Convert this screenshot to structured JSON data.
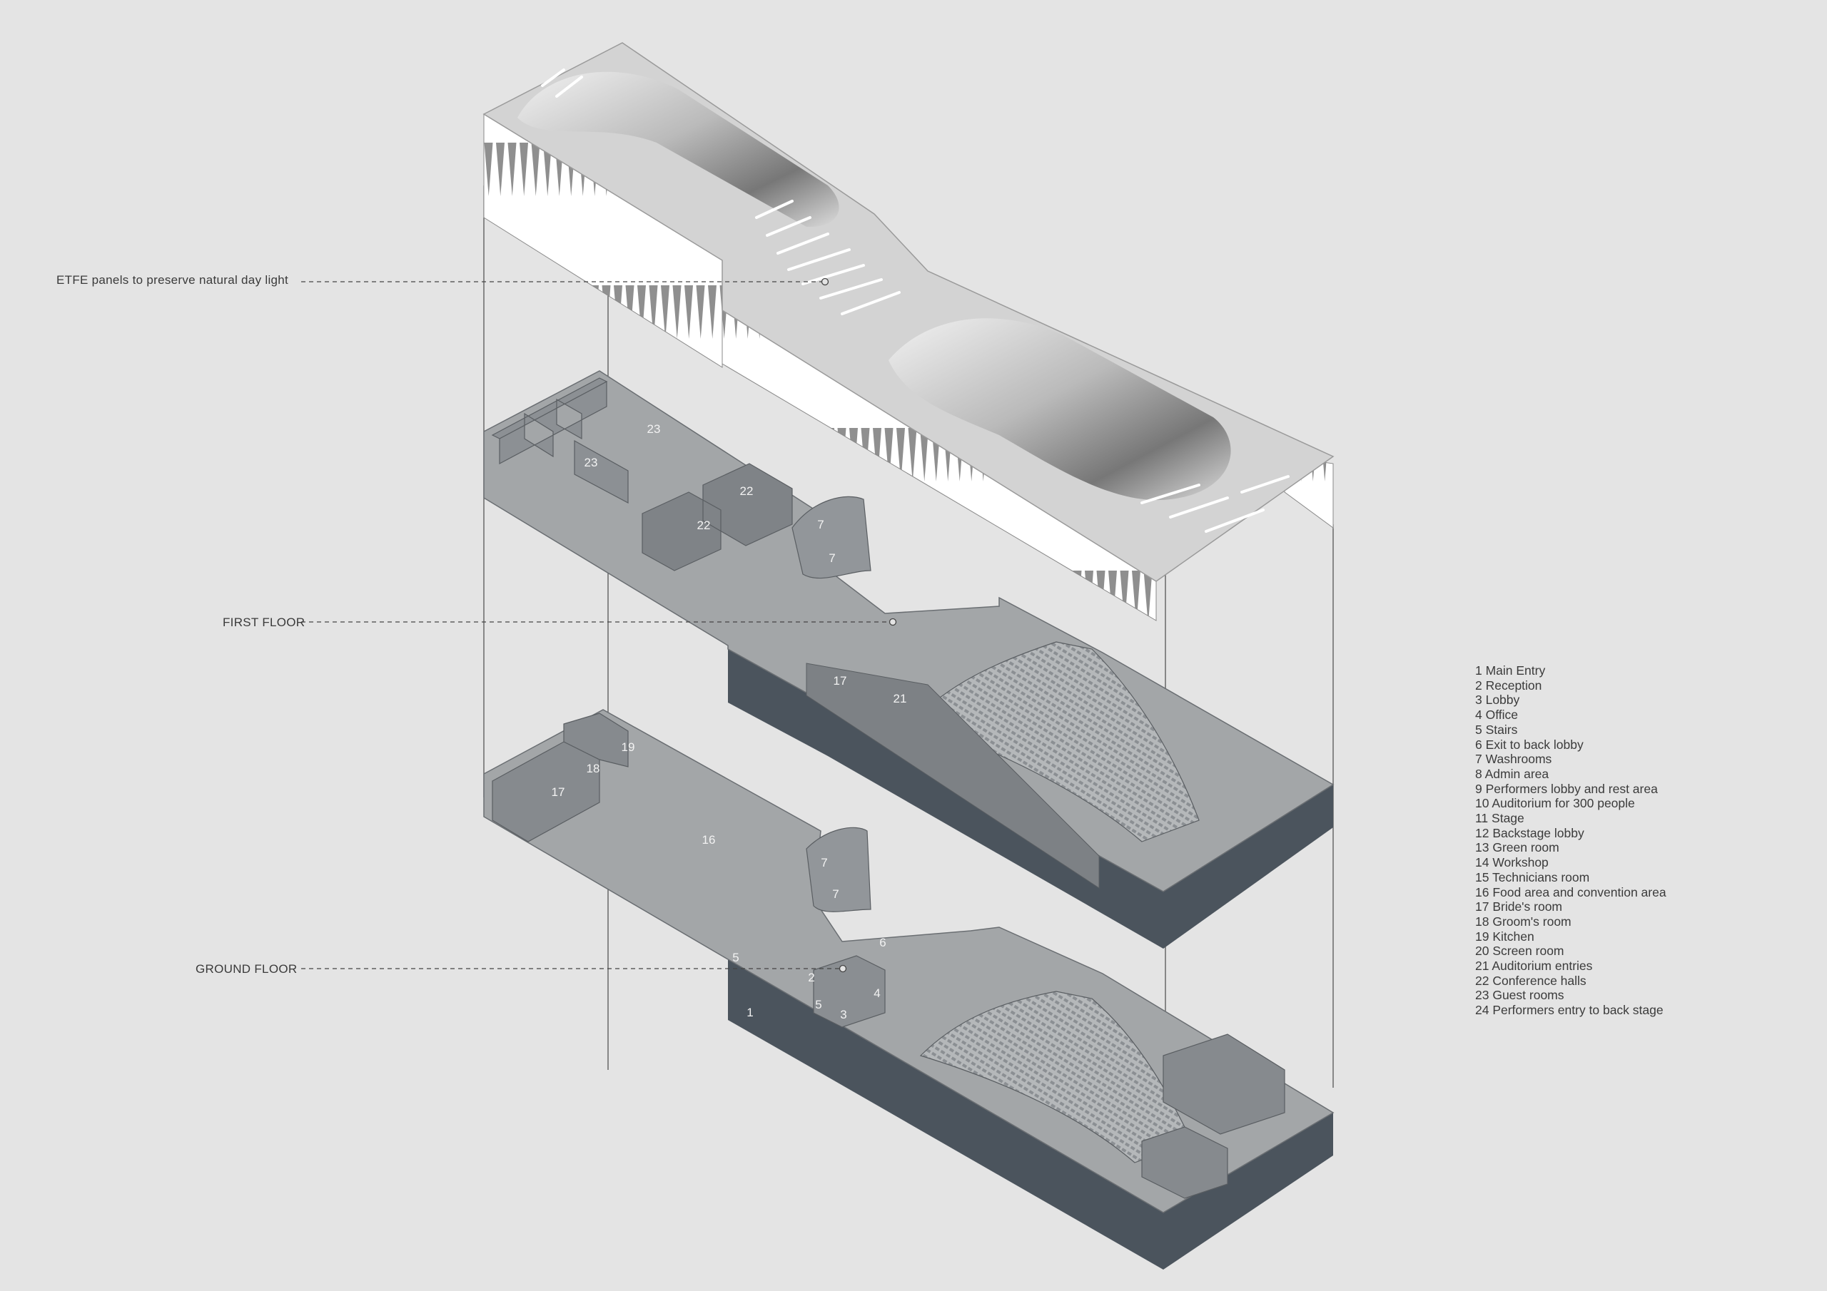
{
  "callouts": {
    "roof": "ETFE panels to preserve natural day light",
    "first_floor": "FIRST FLOOR",
    "ground_floor": "GROUND FLOOR"
  },
  "legend": [
    "1 Main Entry",
    "2 Reception",
    "3 Lobby",
    "4 Office",
    "5 Stairs",
    "6 Exit to back lobby",
    "7 Washrooms",
    "8 Admin area",
    "9 Performers lobby and rest area",
    "10 Auditorium for 300 people",
    "11 Stage",
    "12 Backstage lobby",
    "13 Green room",
    "14 Workshop",
    "15 Technicians room",
    "16 Food area and convention area",
    "17 Bride's room",
    "18 Groom's room",
    "19 Kitchen",
    "20 Screen room",
    "21 Auditorium entries",
    "22 Conference halls",
    "23 Guest rooms",
    "24 Performers entry to back stage"
  ],
  "room_labels": {
    "first_floor": [
      "23",
      "23",
      "22",
      "22",
      "7",
      "7",
      "17",
      "21"
    ],
    "ground_floor": [
      "19",
      "18",
      "17",
      "16",
      "7",
      "7",
      "6",
      "5",
      "2",
      "5",
      "4",
      "3",
      "1"
    ]
  },
  "colors": {
    "background": "#e4e4e4",
    "floor_plate": "#a3a6a8",
    "slab_edge": "#4a535c",
    "roof": "#d0d0d0",
    "text": "#3a3a3a"
  }
}
